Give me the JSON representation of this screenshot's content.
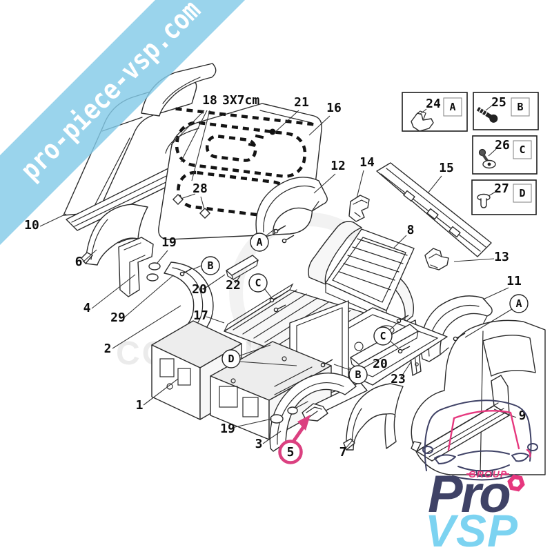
{
  "watermarks": {
    "ribbon_text": "pro-piece-vsp.com",
    "copyright_text": "COPYRIGHT",
    "copyright_mark": "VSP"
  },
  "diagram": {
    "note_3x7": "3X7cm",
    "labels": {
      "1": "1",
      "2": "2",
      "3": "3",
      "4": "4",
      "5": "5",
      "6": "6",
      "7": "7",
      "8": "8",
      "9": "9",
      "10": "10",
      "11": "11",
      "12": "12",
      "13": "13",
      "14": "14",
      "15": "15",
      "16": "16",
      "17": "17",
      "18": "18",
      "19": "19",
      "20": "20",
      "21": "21",
      "22": "22",
      "23": "23",
      "28": "28",
      "29": "29"
    },
    "letters": {
      "A": "A",
      "B": "B",
      "C": "C",
      "D": "D"
    }
  },
  "legend": {
    "items": [
      {
        "number": "24",
        "letter": "A",
        "icon": "clip-icon"
      },
      {
        "number": "25",
        "letter": "B",
        "icon": "screw-icon"
      },
      {
        "number": "26",
        "letter": "C",
        "icon": "shoulder-bolt-icon"
      },
      {
        "number": "27",
        "letter": "D",
        "icon": "rivet-icon"
      }
    ]
  },
  "logo": {
    "group": "GROUP",
    "pro": "Pro",
    "vsp": "VSP"
  },
  "colors": {
    "ribbon_blue": "#84cae8",
    "highlight_pink": "#db4080",
    "logo_navy": "#3f4266",
    "logo_blue": "#7cd3f1",
    "logo_pink": "#e6377e"
  }
}
